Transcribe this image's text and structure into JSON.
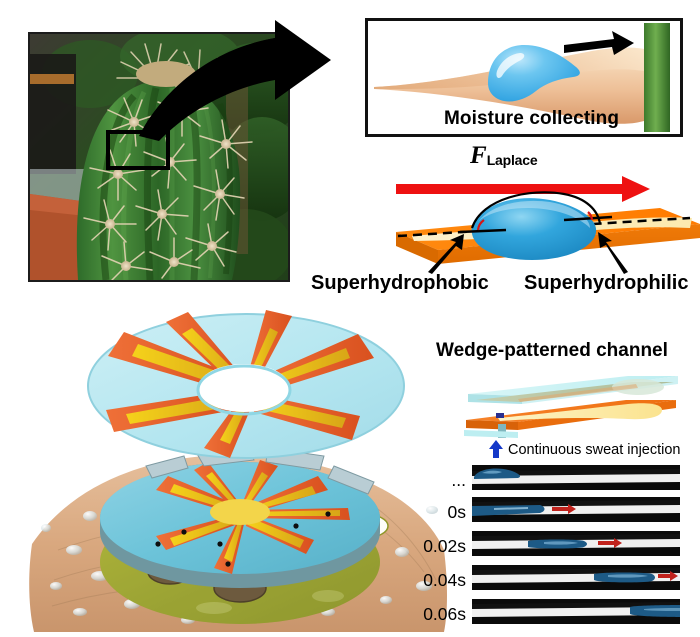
{
  "figure": {
    "title_semantic": "Cactus-spine-inspired wedge-patterned sweat-collecting wearable device"
  },
  "panel_cactus": {
    "name": "cactus photograph",
    "roi_label": "spine cluster region of interest"
  },
  "panel_moisture": {
    "caption": "Moisture collecting",
    "arrow_name": "droplet transport direction"
  },
  "panel_laplace": {
    "force_symbol": "F",
    "force_subscript": "Laplace",
    "left_label": "Superhydrophobic",
    "right_label": "Superhydrophilic",
    "arrow_color": "#ee1111",
    "substrate_color": "#ff8000",
    "droplet_color": "#29a8dd",
    "wedge_color": "#fbe7b4"
  },
  "panel_device": {
    "name": "exploded wearable sweat patch on skin",
    "layers": [
      "wedge-patterned cover",
      "microfluidic channel disc",
      "skin adhesive layer",
      "skin with sweat droplets"
    ],
    "colors": {
      "cover_base": "#b6e7ef",
      "wedge_orange": "#e8622a",
      "wedge_yellow": "#e8c01e",
      "disc_blue": "#6fc6dd",
      "adhesive": "#9aa12b",
      "skin": "#e2b894"
    }
  },
  "panel_channel": {
    "title": "Wedge-patterned channel",
    "injection_label": "Continuous sweat injection",
    "injection_arrow_color": "#1438c8",
    "colors": {
      "glass": "#c9f2f4",
      "top_film": "#b9c5a4",
      "base_orange": "#f37a1a",
      "wedge_yellow": "#fbe79a",
      "inlet": "#2a2f8f"
    }
  },
  "panel_frames": {
    "labels": [
      "...",
      "0s",
      "0.02s",
      "0.04s",
      "0.06s"
    ],
    "arrow_color": "#c0221c",
    "liquid_color": "#1d5a86",
    "frames": [
      {
        "label": "...",
        "liquid_start_pct": 0,
        "liquid_end_pct": 22,
        "arrow": false,
        "arrow_pct": 0,
        "shape": "dome"
      },
      {
        "label": "0s",
        "liquid_start_pct": 0,
        "liquid_end_pct": 34,
        "arrow": true,
        "arrow_pct": 38,
        "shape": "slug"
      },
      {
        "label": "0.02s",
        "liquid_start_pct": 27,
        "liquid_end_pct": 53,
        "arrow": true,
        "arrow_pct": 60,
        "shape": "slug"
      },
      {
        "label": "0.04s",
        "liquid_start_pct": 58,
        "liquid_end_pct": 86,
        "arrow": true,
        "arrow_pct": 92,
        "shape": "slug"
      },
      {
        "label": "0.06s",
        "liquid_start_pct": 76,
        "liquid_end_pct": 100,
        "arrow": false,
        "arrow_pct": 0,
        "shape": "slug"
      }
    ]
  }
}
